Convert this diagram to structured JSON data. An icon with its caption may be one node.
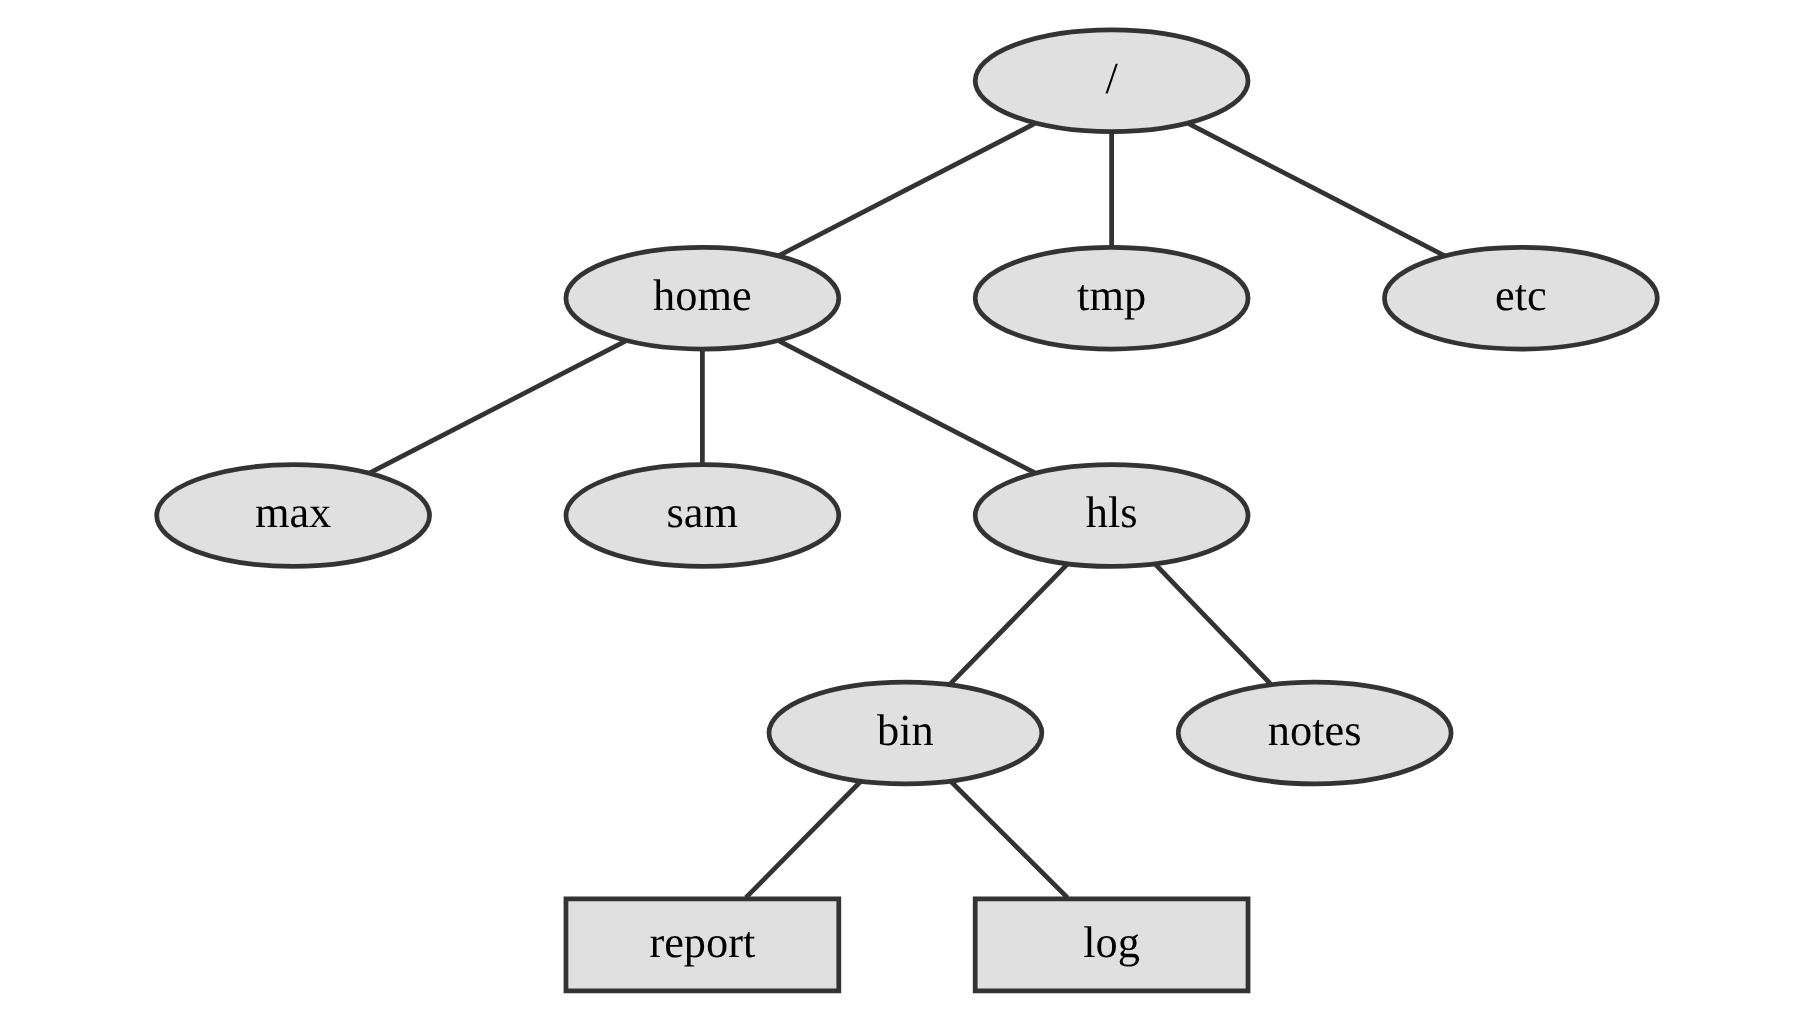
{
  "diagram": {
    "nodes": [
      {
        "text": [
          "/"
        ]
      },
      {
        "text": [
          "home"
        ]
      },
      {
        "text": [
          "tmp"
        ]
      },
      {
        "text": [
          "etc"
        ]
      },
      {
        "text": [
          "max"
        ]
      },
      {
        "text": [
          "sam"
        ]
      },
      {
        "text": [
          "hls"
        ]
      },
      {
        "text": [
          "bin"
        ]
      },
      {
        "text": [
          "notes"
        ]
      },
      {
        "text": [
          "report"
        ]
      },
      {
        "text": [
          "log"
        ]
      }
    ],
    "edges": [
      {
        "from": 0,
        "to": 1,
        "arrow": "none"
      },
      {
        "from": 0,
        "to": 2,
        "arrow": "none"
      },
      {
        "from": 0,
        "to": 3,
        "arrow": "none"
      },
      {
        "from": 1,
        "to": 4,
        "arrow": "none"
      },
      {
        "from": 1,
        "to": 5,
        "arrow": "none"
      },
      {
        "from": 1,
        "to": 6,
        "arrow": "none"
      },
      {
        "from": 6,
        "to": 7,
        "arrow": "none"
      },
      {
        "from": 6,
        "to": 8,
        "arrow": "none"
      },
      {
        "from": 7,
        "to": 9,
        "arrow": "none"
      },
      {
        "from": 7,
        "to": 10,
        "arrow": "none"
      }
    ]
  }
}
